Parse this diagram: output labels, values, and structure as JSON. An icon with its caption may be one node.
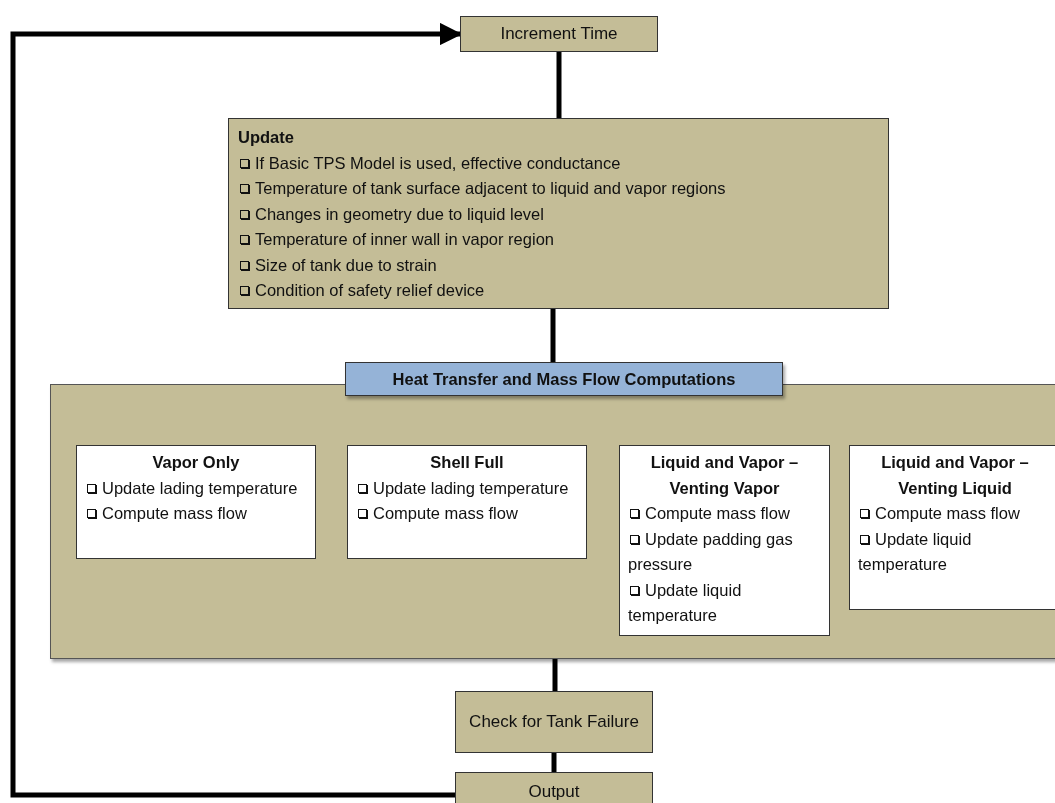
{
  "diagram": {
    "nodes": [
      {
        "text": [
          "Increment Time"
        ]
      },
      {
        "text": [
          "Update",
          "If Basic TPS Model is used, effective conductance",
          "Temperature of tank surface adjacent to liquid and vapor regions",
          "Changes in geometry due to liquid level",
          "Temperature of inner wall in vapor region",
          "Size of tank due to strain",
          "Condition of safety relief device"
        ]
      },
      {
        "text": [
          "Heat Transfer and Mass Flow Computations"
        ]
      },
      {
        "text": [
          "Vapor Only",
          "Update lading temperature",
          "Compute mass flow"
        ],
        "in": 2
      },
      {
        "text": [
          "Shell Full",
          "Update lading temperature",
          "Compute mass flow"
        ],
        "in": 2
      },
      {
        "text": [
          "Liquid and Vapor – Venting Vapor",
          "Compute mass flow",
          "Update padding gas pressure",
          "Update liquid temperature"
        ],
        "in": 2
      },
      {
        "text": [
          "Liquid and Vapor – Venting Liquid",
          "Compute mass flow",
          "Update liquid temperature"
        ],
        "in": 2
      },
      {
        "text": [
          "Check for Tank Failure"
        ]
      },
      {
        "text": [
          "Output"
        ]
      }
    ],
    "edges": [
      {
        "from": 0,
        "to": 1,
        "arrow": "none"
      },
      {
        "from": 1,
        "to": 2,
        "arrow": "none"
      },
      {
        "from": 2,
        "to": 7,
        "arrow": "none"
      },
      {
        "from": 7,
        "to": 8,
        "arrow": "none"
      },
      {
        "from": 8,
        "to": 0,
        "arrow": "to"
      }
    ]
  }
}
